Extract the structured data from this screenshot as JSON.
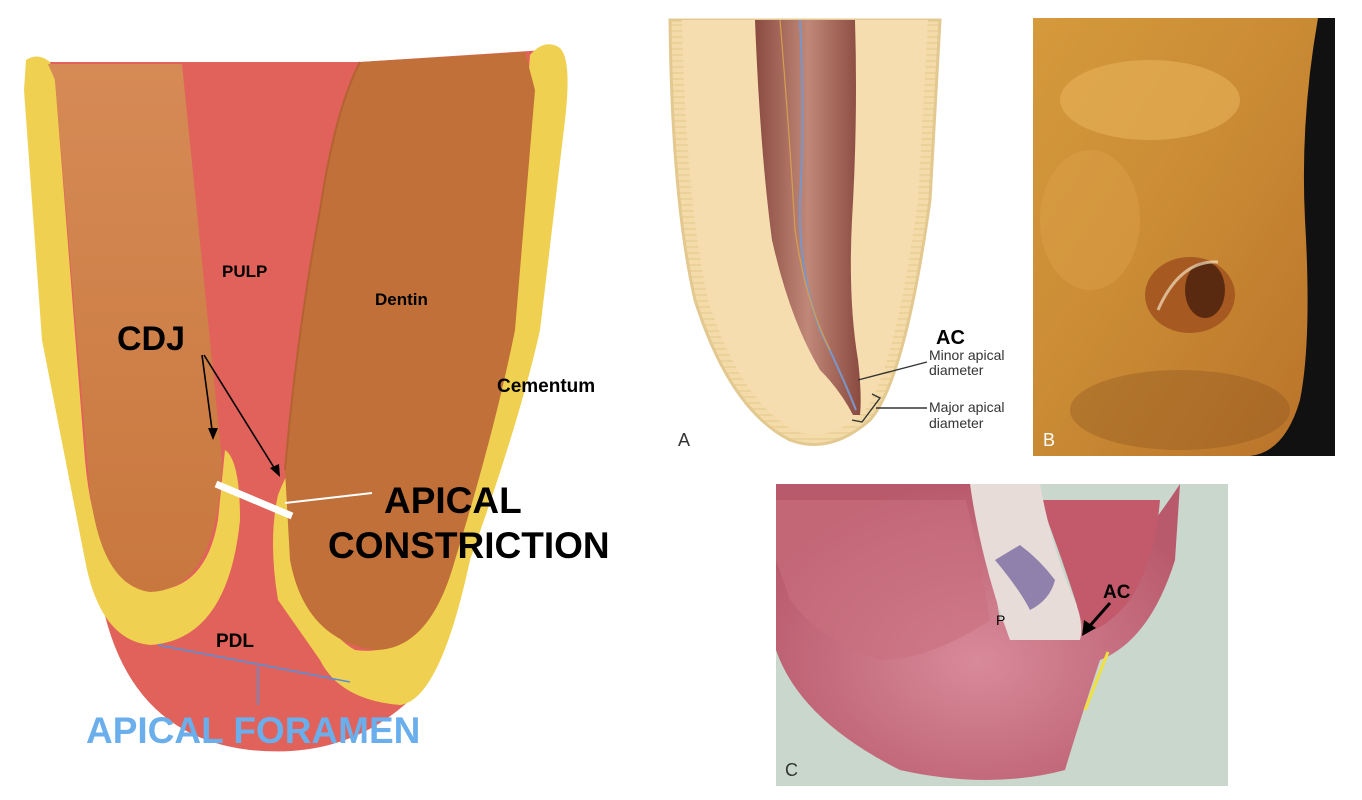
{
  "left_diagram": {
    "labels": {
      "pulp": "PULP",
      "dentin": "Dentin",
      "cementum": "Cementum",
      "cdj": "CDJ",
      "apical_constriction_line1": "APICAL",
      "apical_constriction_line2": "CONSTRICTION",
      "pdl": "PDL",
      "apical_foramen": "APICAL FORAMEN"
    },
    "colors": {
      "pulp": "#e0625a",
      "dentin": "#c07038",
      "dentin_light": "#d4874d",
      "cementum": "#f0d050",
      "foramen_label": "#6aaeec",
      "foramen_line": "#5a8fd8"
    }
  },
  "panel_a": {
    "letter": "A",
    "ac_label": "AC",
    "minor_line1": "Minor apical",
    "minor_line2": "diameter",
    "major_line1": "Major apical",
    "major_line2": "diameter"
  },
  "panel_b": {
    "letter": "B"
  },
  "panel_c": {
    "letter": "C",
    "ac_label": "AC",
    "p_label": "P"
  }
}
